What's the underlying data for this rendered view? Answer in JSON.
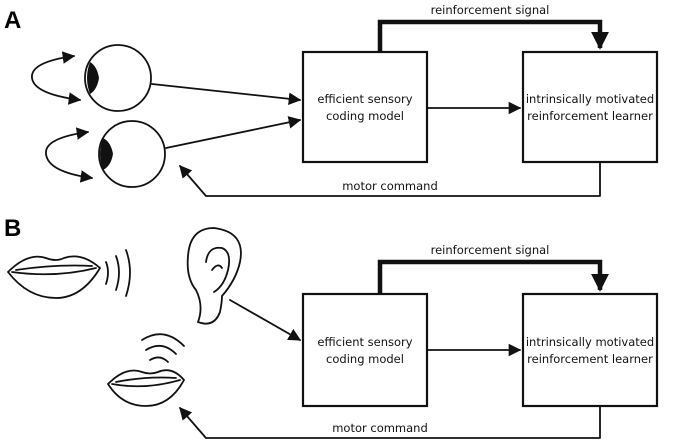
{
  "panels": [
    {
      "letter": "A",
      "coding_box": [
        "efficient sensory",
        "coding model"
      ],
      "learner_box": [
        "intrinsically motivated",
        "reinforcement learner"
      ],
      "reinforcement_label": "reinforcement signal",
      "motor_label": "motor command"
    },
    {
      "letter": "B",
      "coding_box": [
        "efficient sensory",
        "coding model"
      ],
      "learner_box": [
        "intrinsically motivated",
        "reinforcement learner"
      ],
      "reinforcement_label": "reinforcement signal",
      "motor_label": "motor command"
    }
  ],
  "icons": {
    "panel_a": [
      "eye-icon",
      "eye-icon",
      "eye-rotation-arrow-icon",
      "eye-rotation-arrow-icon"
    ],
    "panel_b": [
      "lips-icon",
      "sound-waves-icon",
      "ear-icon",
      "lips-icon",
      "sound-waves-icon"
    ]
  },
  "colors": {
    "ink": "#111111",
    "background": "#ffffff"
  }
}
